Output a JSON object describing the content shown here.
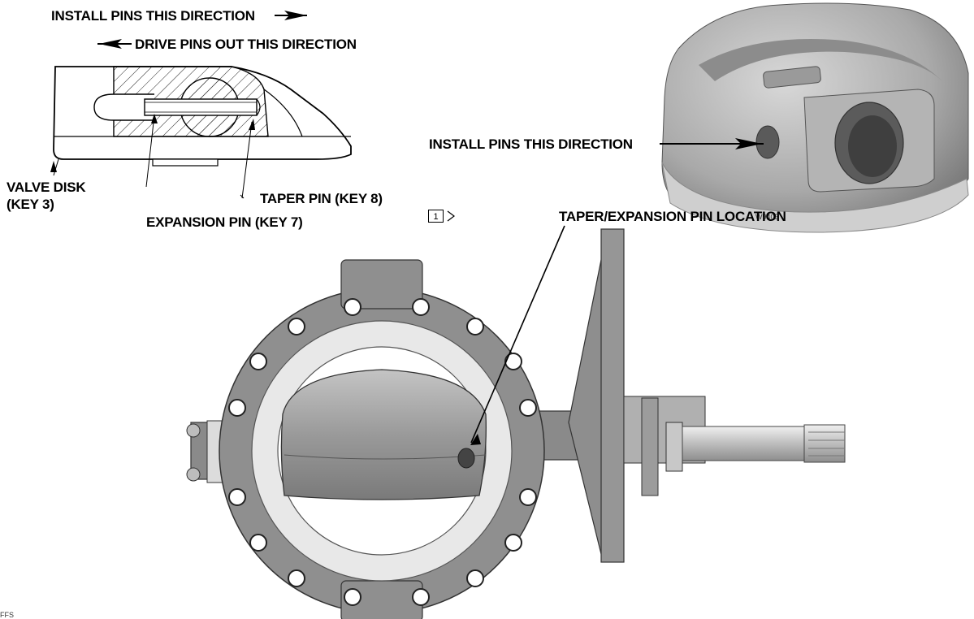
{
  "labels": {
    "install_pins_top": "INSTALL PINS THIS DIRECTION",
    "drive_pins_out": "DRIVE PINS OUT THIS DIRECTION",
    "valve_disk_line1": "VALVE DISK",
    "valve_disk_line2": "(KEY 3)",
    "taper_pin": "TAPER PIN (KEY 8)",
    "expansion_pin": "EXPANSION PIN (KEY 7)",
    "install_pins_right": "INSTALL PINS THIS DIRECTION",
    "figure_code": "W9403",
    "callout_number": "1",
    "pin_location": "TAPER/EXPANSION PIN LOCATION",
    "corner_code": "FFS"
  }
}
